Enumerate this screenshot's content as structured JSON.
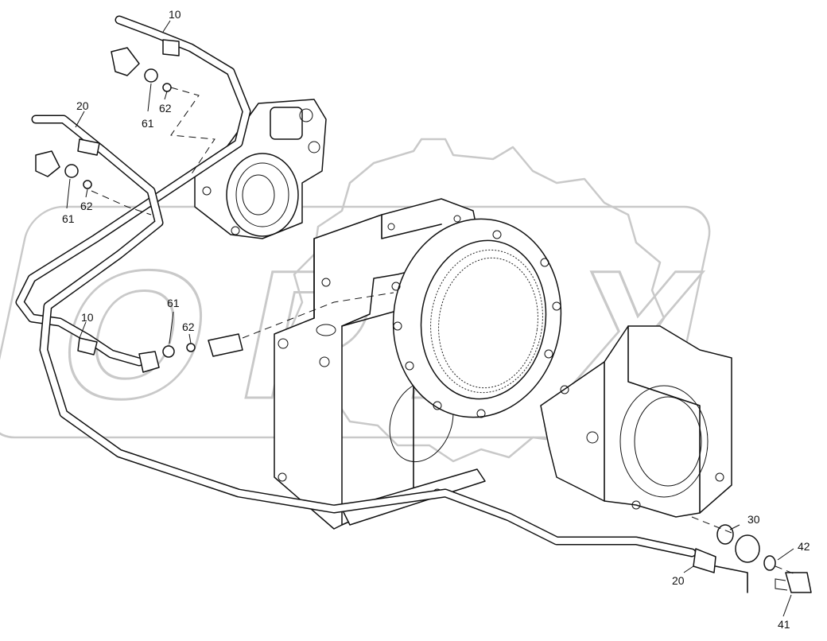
{
  "callouts": {
    "hose_top": "10",
    "hose_mid": "10",
    "hose_left": "20",
    "hose_bottom": "20",
    "o_ring_30": "30",
    "plug_41": "41",
    "o_ring_42": "42",
    "fitting_top": "61",
    "seal_top": "62",
    "fitting_left": "61",
    "seal_left": "62",
    "fitting_mid": "61",
    "seal_mid": "62"
  },
  "watermark_letters": [
    "O",
    "P",
    "E",
    "X"
  ]
}
